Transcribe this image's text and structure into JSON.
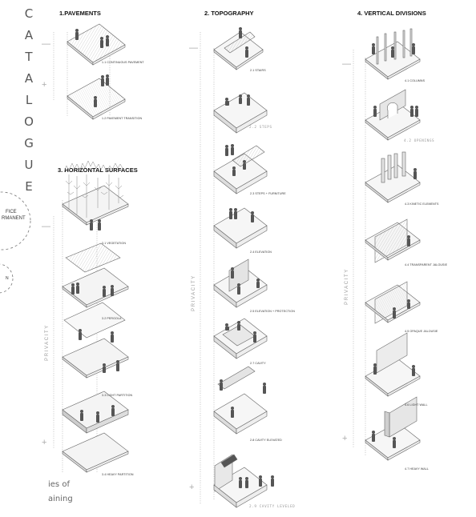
{
  "catalogue": [
    "C",
    "A",
    "T",
    "A",
    "L",
    "O",
    "G",
    "U",
    "E"
  ],
  "side_circles": {
    "line1": "FICE",
    "line2": "RMANENT",
    "small": "N"
  },
  "bottom_text": {
    "line1": "ies of",
    "line2": "aining"
  },
  "signs": {
    "minus": "—",
    "plus": "+"
  },
  "sections": {
    "pavements": {
      "title": "1.PAVEMENTS",
      "labels": [
        "1.1 CONTINUOUS PAVEMENT",
        "1.2 PAVEMENT TRANSITION"
      ]
    },
    "horizontal": {
      "title": "3. HORIZONTAL SURFACES",
      "privacy": "PRIVACITY",
      "labels": [
        "3.1 VEGETATION",
        "3.2 PERGOLA",
        "3.3 LIGHT PARTITION",
        "3.4 HEAVY PARTITION"
      ]
    },
    "topography": {
      "title": "2. TOPOGRAPHY",
      "privacy": "PRIVACITY",
      "labels": [
        "2.1 STAIRS",
        "2.2 STEPS",
        "2.3 STEPS + FURNITURE",
        "2.4 ELEVATION",
        "2.5 ELEVATION + PROTECTION",
        "2.7 CAVITY",
        "2.8 CAVITY ELEVATED",
        "2.9 CAVITY LEVELED"
      ]
    },
    "vertical": {
      "title": "4. VERTICAL DIVISIONS",
      "privacy": "PRIVACITY",
      "labels": [
        "4.1 COLUMNS",
        "4.2 OPENINGS",
        "4.3 KINETIC ELEMENTS",
        "4.4 TRANSPARENT JALOUSIE",
        "4.5 OPAQUE JALOUSIE",
        "4.6 LIGHT WALL",
        "4.7 HEAVY WALL"
      ]
    }
  }
}
